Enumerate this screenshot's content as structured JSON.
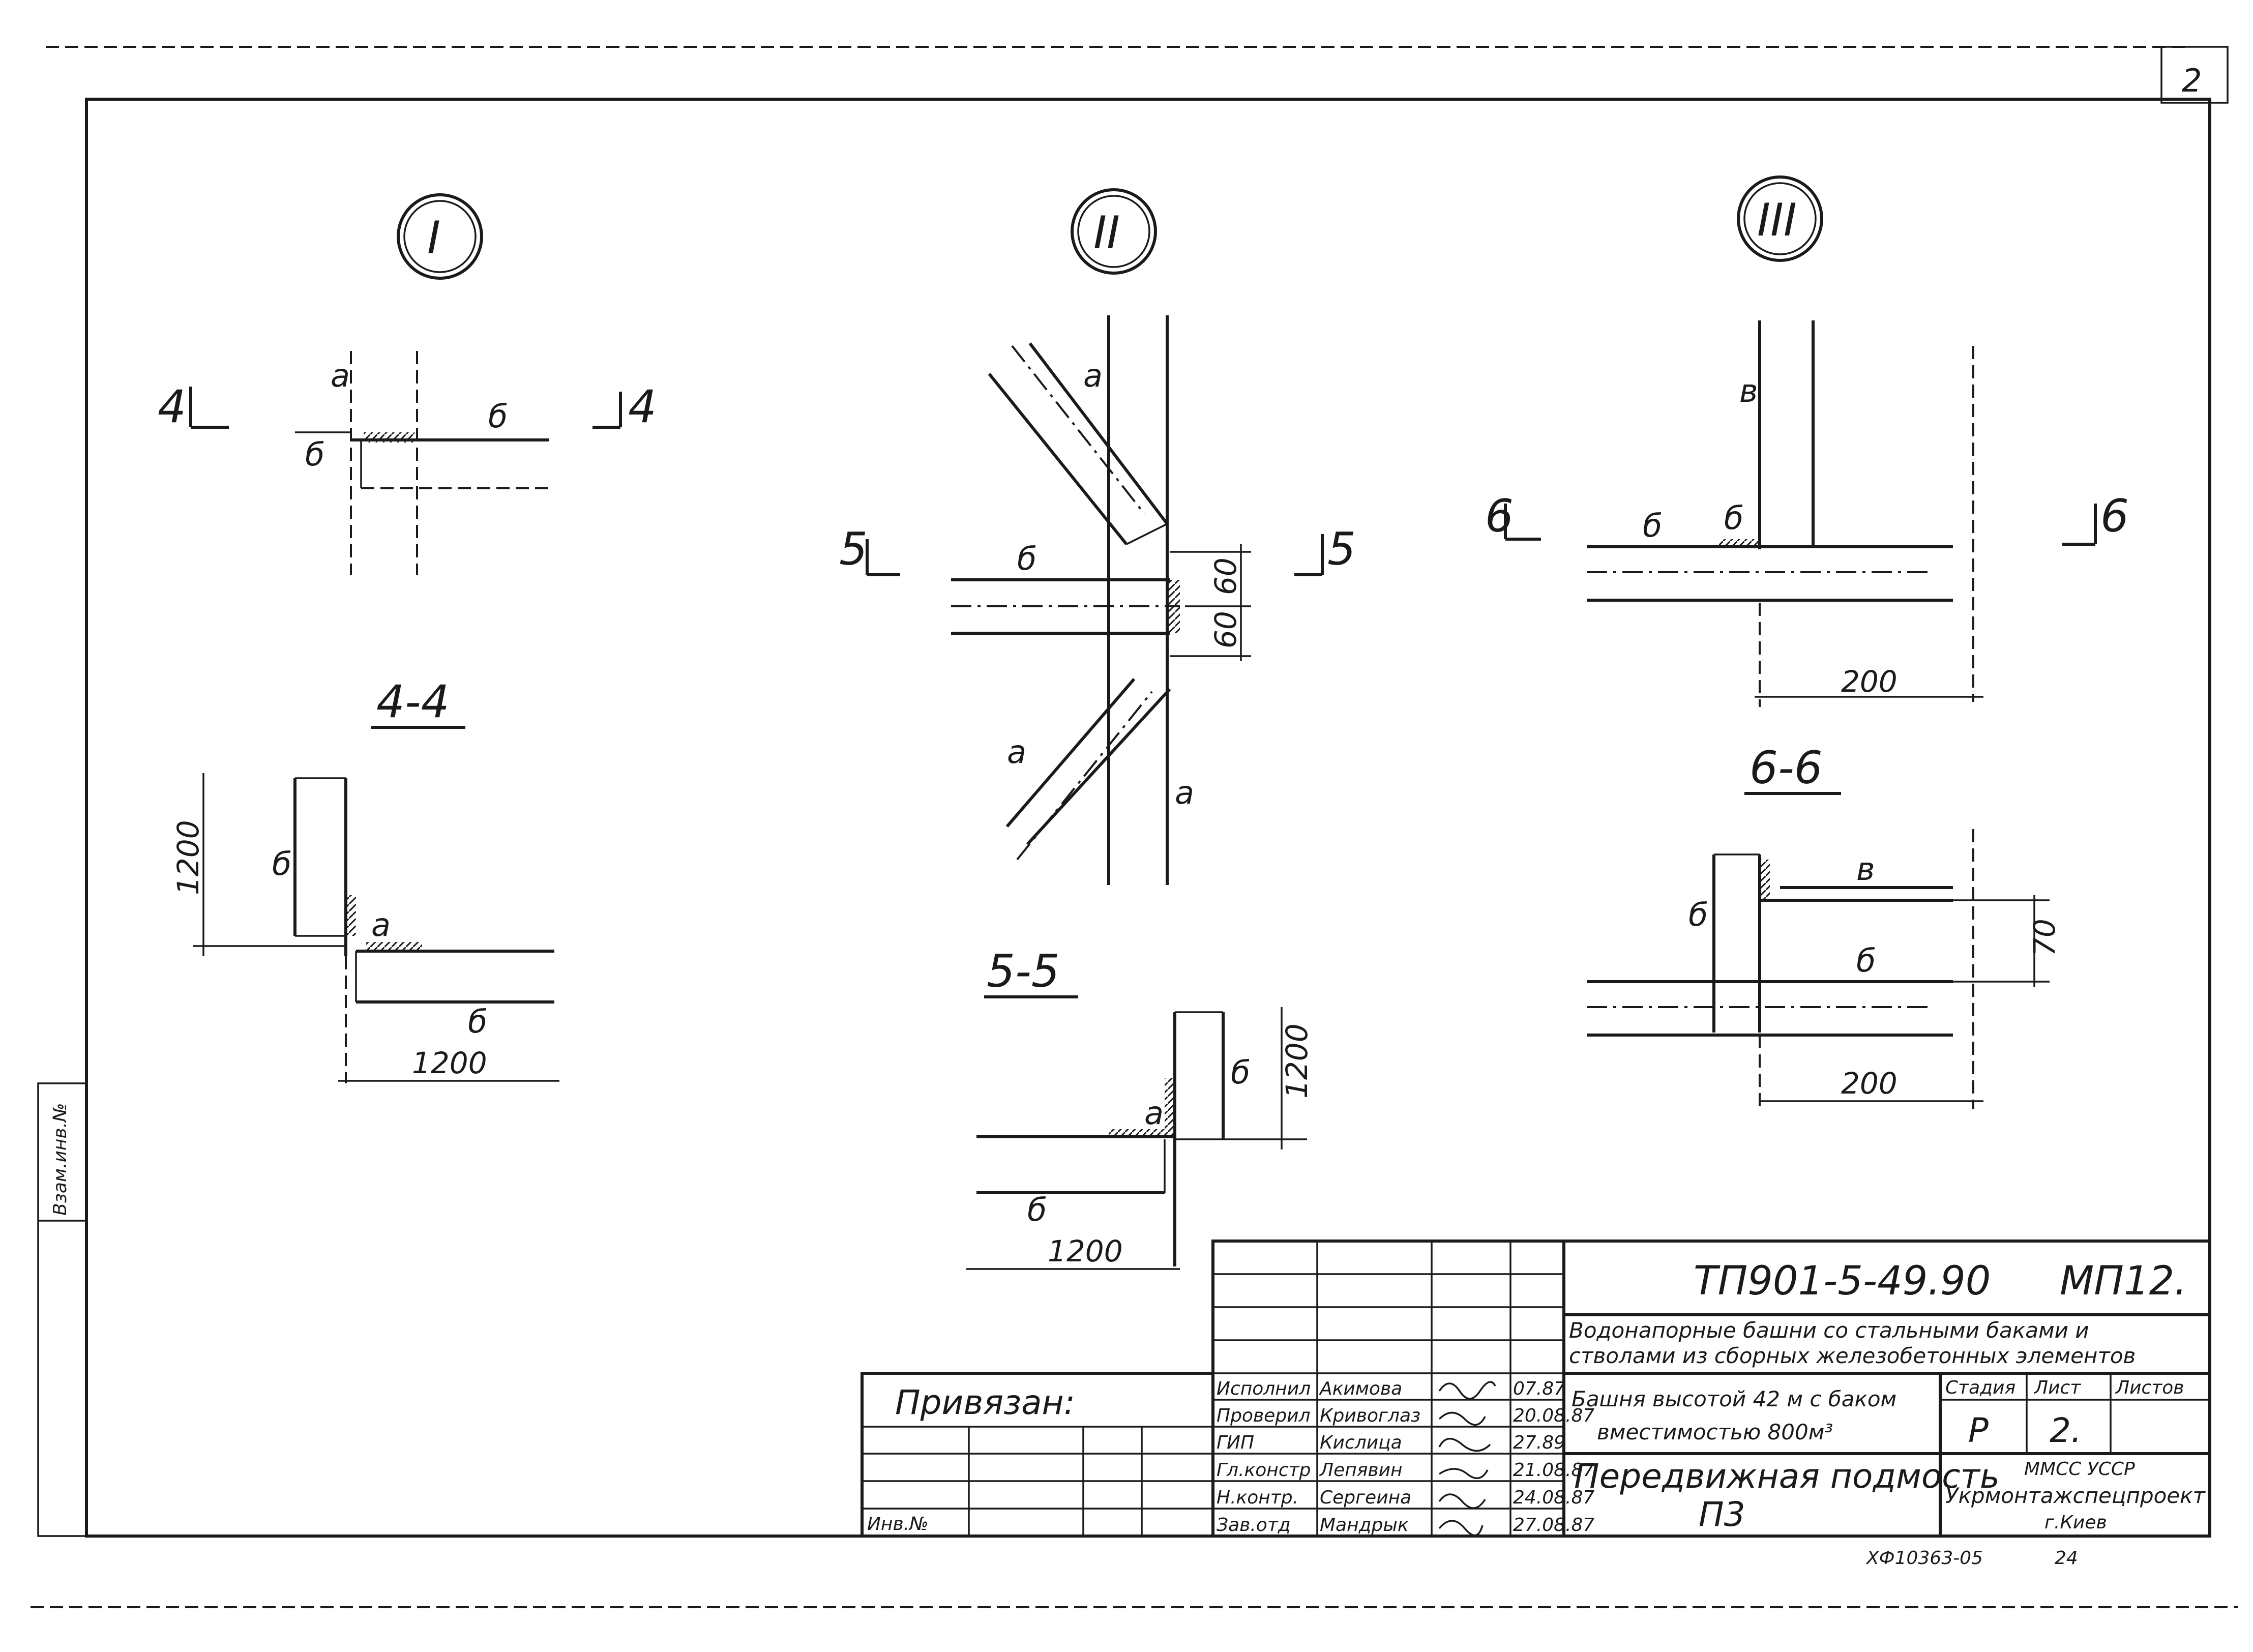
{
  "sheet": {
    "sheet_no_corner": "2",
    "callouts": {
      "I": "I",
      "II": "II",
      "III": "III"
    },
    "sections": {
      "s44": "4-4",
      "s55": "5-5",
      "s66": "6-6"
    },
    "section_marks": [
      "4",
      "4",
      "5",
      "5",
      "6",
      "6"
    ],
    "weld_labels": {
      "a": "а",
      "b": "б",
      "v": "в"
    },
    "dimensions": {
      "d1200_44_v": "1200",
      "d1200_44_h": "1200",
      "d60_top": "60",
      "d60_bot": "60",
      "d1200_55_v": "1200",
      "d1200_55_h": "1200",
      "d200_III": "200",
      "d70": "70",
      "d200_66": "200"
    }
  },
  "title_block": {
    "doc_code": "ТП901-5-49.90",
    "doc_suffix": "МП12.",
    "project_title_1": "Водонапорные башни со стальными баками и",
    "project_title_2": "стволами из сборных железобетонных элементов",
    "object_1": "Башня высотой 42 м с баком",
    "object_2": "вместимостью 800м³",
    "drawing_title": "Передвижная подмость",
    "drawing_code": "П3",
    "stage_header": "Стадия",
    "sheet_header": "Лист",
    "sheets_header": "Листов",
    "stage": "Р",
    "sheet": "2.",
    "org_1": "ММСС УССР",
    "org_2": "Укрмонтажспецпроект",
    "org_3": "г.Киев",
    "bound_label": "Привязан:",
    "inv_label": "Инв.№",
    "roles": [
      {
        "role": "Исполнил",
        "name": "Акимова",
        "date": "07.87"
      },
      {
        "role": "Проверил",
        "name": "Кривоглаз",
        "date": "20.08.87"
      },
      {
        "role": "ГИП",
        "name": "Кислица",
        "date": "27.89"
      },
      {
        "role": "Гл.констр",
        "name": "Лепявин",
        "date": "21.08.87"
      },
      {
        "role": "Н.контр.",
        "name": "Сергеина",
        "date": "24.08.87"
      },
      {
        "role": "Зав.отд",
        "name": "Мандрык",
        "date": "27.08.87"
      }
    ],
    "footer_code": "ХФ10363-05",
    "footer_num": "24",
    "side_stamp": "Взам.инв.№"
  }
}
